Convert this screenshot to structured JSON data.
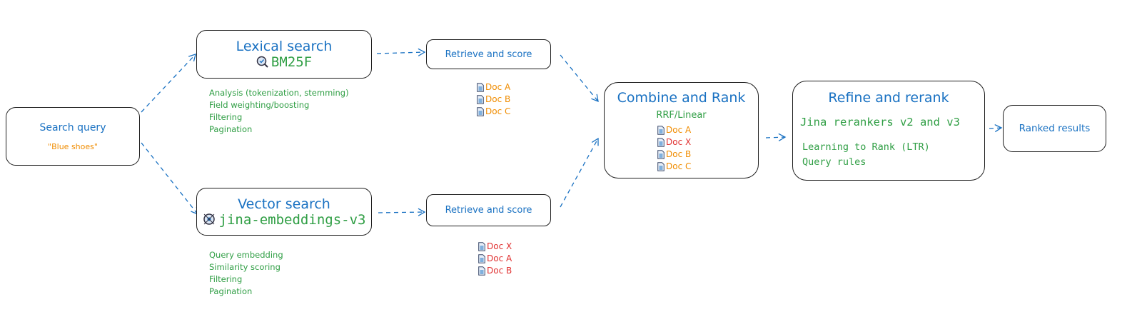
{
  "colors": {
    "blue": "#1971c2",
    "green": "#2f9e44",
    "orange": "#f08c00",
    "red": "#e03131"
  },
  "query": {
    "title": "Search query",
    "value": "\"Blue shoes\""
  },
  "lexical": {
    "title": "Lexical search",
    "icon": "search-check-icon",
    "model": "BM25F",
    "notes": [
      "Analysis (tokenization, stemming)",
      "Field weighting/boosting",
      "Filtering",
      "Pagination"
    ]
  },
  "vector": {
    "title": "Vector search",
    "icon": "vector-target-icon",
    "model": "jina-embeddings-v3",
    "notes": [
      "Query embedding",
      "Similarity scoring",
      "Filtering",
      "Pagination"
    ]
  },
  "retrieve_top": {
    "label": "Retrieve and score",
    "docs": [
      {
        "label": "Doc A",
        "color": "orange"
      },
      {
        "label": "Doc B",
        "color": "orange"
      },
      {
        "label": "Doc C",
        "color": "orange"
      }
    ]
  },
  "retrieve_bottom": {
    "label": "Retrieve and score",
    "docs": [
      {
        "label": "Doc X",
        "color": "red"
      },
      {
        "label": "Doc A",
        "color": "red"
      },
      {
        "label": "Doc B",
        "color": "red"
      }
    ]
  },
  "combine": {
    "title": "Combine and Rank",
    "method": "RRF/Linear",
    "docs": [
      {
        "label": "Doc A",
        "color": "orange"
      },
      {
        "label": "Doc X",
        "color": "red"
      },
      {
        "label": "Doc B",
        "color": "orange"
      },
      {
        "label": "Doc C",
        "color": "orange"
      }
    ]
  },
  "refine": {
    "title": "Refine and rerank",
    "model": "Jina rerankers v2 and v3",
    "items": [
      "Learning to Rank (LTR)",
      "Query rules"
    ]
  },
  "result": {
    "label": "Ranked results"
  }
}
